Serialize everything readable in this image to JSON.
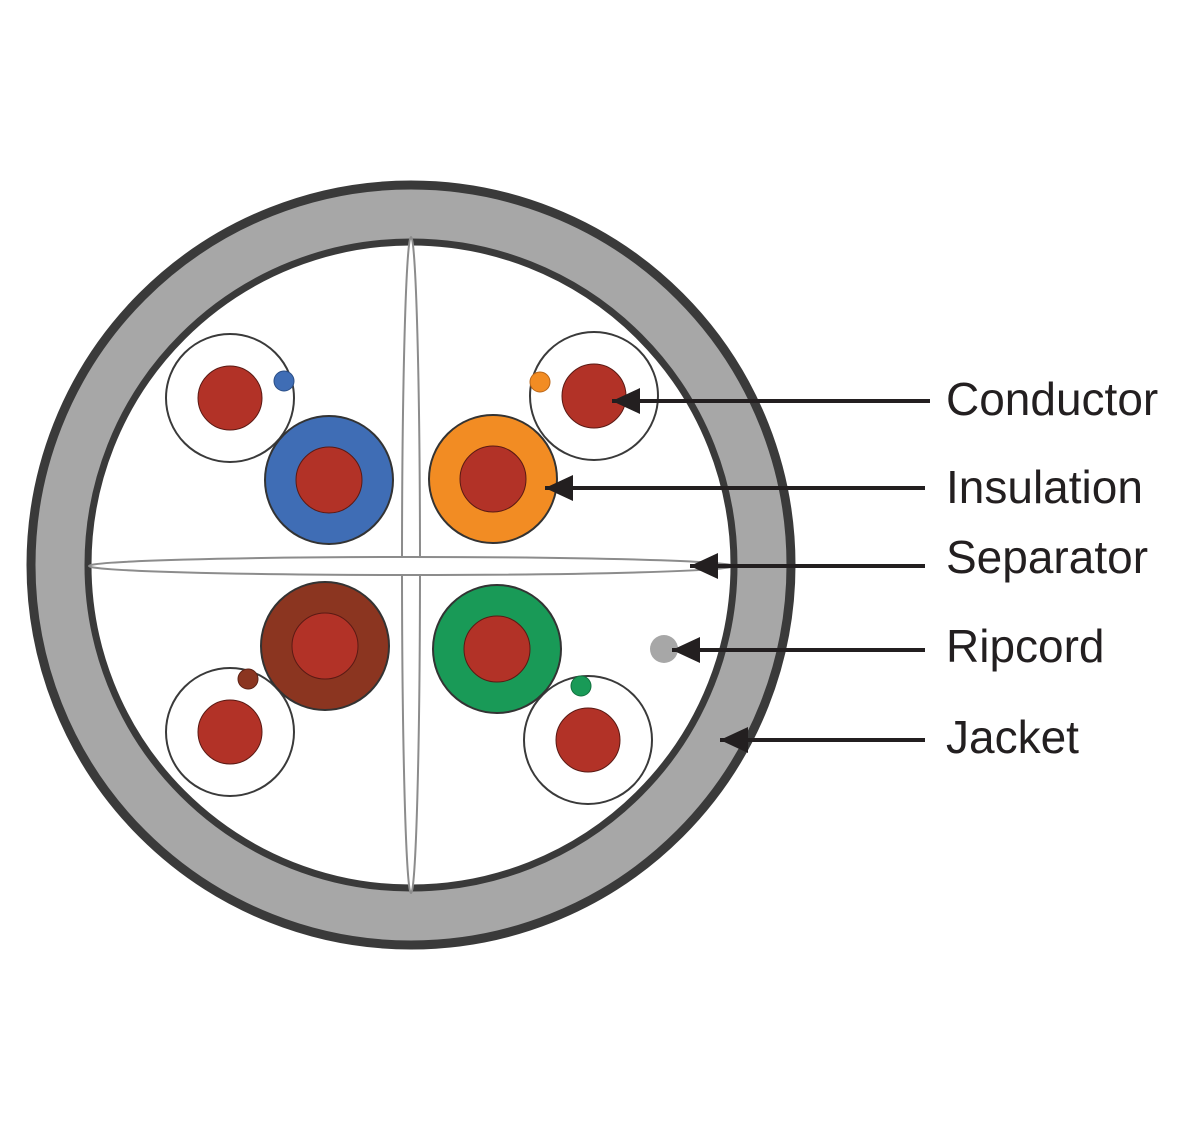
{
  "labels": {
    "conductor": "Conductor",
    "insulation": "Insulation",
    "separator": "Separator",
    "ripcord": "Ripcord",
    "jacket": "Jacket"
  },
  "colors": {
    "jacket": "#a7a7a7",
    "jacket_outline": "#3a3a3a",
    "conductor": "#b23227",
    "blue_insulation": "#3f6db5",
    "orange_insulation": "#f28c23",
    "brown_insulation": "#8b3520",
    "green_insulation": "#199a57",
    "ripcord": "#a7a7a7",
    "arrow": "#231f20"
  }
}
